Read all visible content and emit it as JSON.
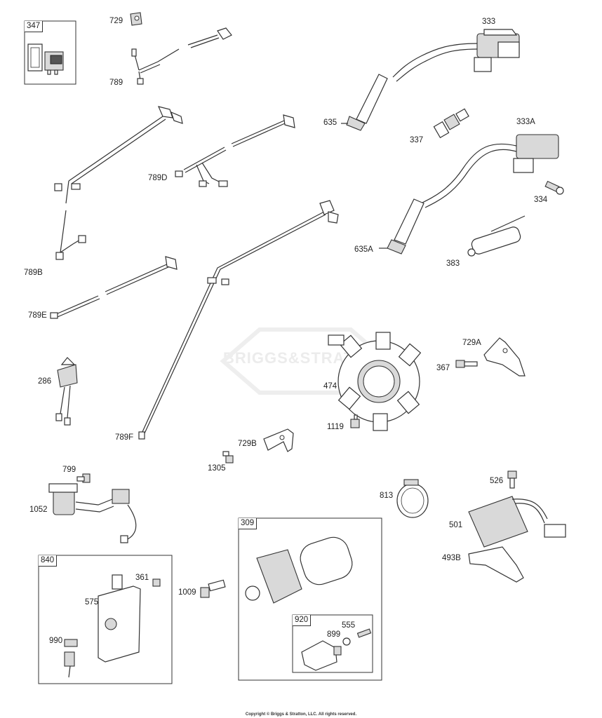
{
  "watermark": "BRIGGS&STRATTON",
  "copyright": "Copyright © Briggs & Stratton, LLC. All rights reserved.",
  "boxes": [
    {
      "number": "347"
    },
    {
      "number": "840"
    },
    {
      "number": "309"
    },
    {
      "number": "920"
    }
  ],
  "parts": [
    {
      "number": "729"
    },
    {
      "number": "789"
    },
    {
      "number": "333"
    },
    {
      "number": "635"
    },
    {
      "number": "337"
    },
    {
      "number": "333A"
    },
    {
      "number": "789D"
    },
    {
      "number": "334"
    },
    {
      "number": "789B"
    },
    {
      "number": "635A"
    },
    {
      "number": "383"
    },
    {
      "number": "789E"
    },
    {
      "number": "729A"
    },
    {
      "number": "367"
    },
    {
      "number": "286"
    },
    {
      "number": "474"
    },
    {
      "number": "789F"
    },
    {
      "number": "1119"
    },
    {
      "number": "729B"
    },
    {
      "number": "1305"
    },
    {
      "number": "799"
    },
    {
      "number": "1052"
    },
    {
      "number": "813"
    },
    {
      "number": "526"
    },
    {
      "number": "501"
    },
    {
      "number": "493B"
    },
    {
      "number": "361"
    },
    {
      "number": "575"
    },
    {
      "number": "990"
    },
    {
      "number": "1009"
    },
    {
      "number": "899"
    },
    {
      "number": "555"
    }
  ]
}
